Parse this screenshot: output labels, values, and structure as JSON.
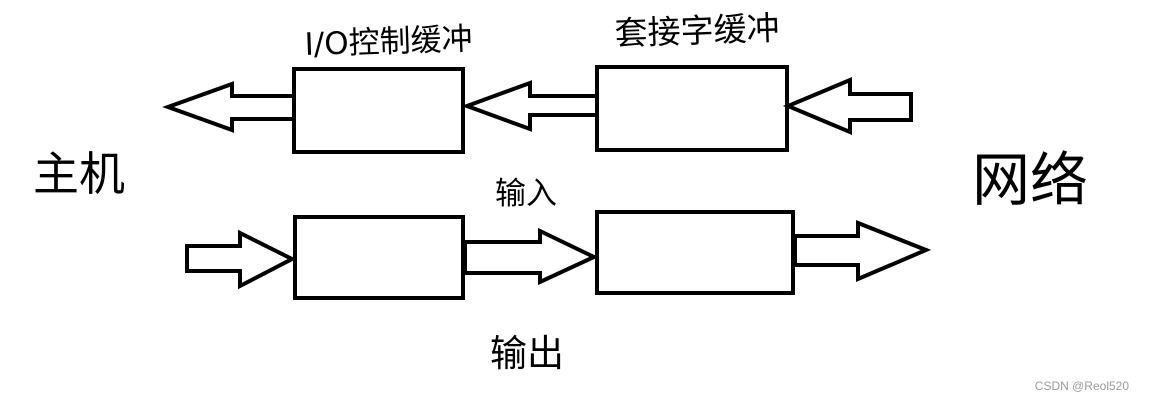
{
  "colors": {
    "stroke": "#000000",
    "background": "#ffffff",
    "watermark": "#9a9a9a"
  },
  "labels": {
    "io_buffer": "I/O控制缓冲",
    "network_buffer": "套接字缓冲",
    "input": "输入",
    "output": "输出",
    "host": "主机",
    "network": "网络"
  },
  "watermark": "CSDN @Reol520"
}
